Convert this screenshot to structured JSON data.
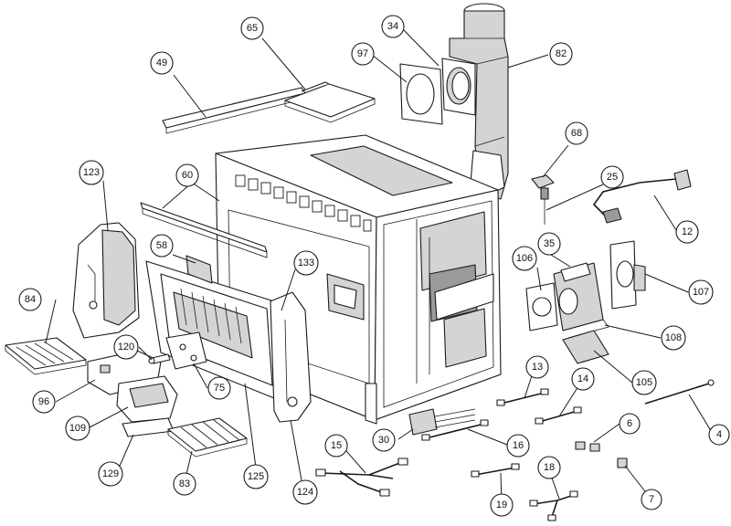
{
  "callouts": [
    {
      "id": "c34",
      "label": "34"
    },
    {
      "id": "c97",
      "label": "97"
    },
    {
      "id": "c82",
      "label": "82"
    },
    {
      "id": "c65",
      "label": "65"
    },
    {
      "id": "c49",
      "label": "49"
    },
    {
      "id": "c68",
      "label": "68"
    },
    {
      "id": "c25",
      "label": "25"
    },
    {
      "id": "c12",
      "label": "12"
    },
    {
      "id": "c123",
      "label": "123"
    },
    {
      "id": "c60",
      "label": "60"
    },
    {
      "id": "c58",
      "label": "58"
    },
    {
      "id": "c133",
      "label": "133"
    },
    {
      "id": "c35",
      "label": "35"
    },
    {
      "id": "c106",
      "label": "106"
    },
    {
      "id": "c107",
      "label": "107"
    },
    {
      "id": "c108",
      "label": "108"
    },
    {
      "id": "c84",
      "label": "84"
    },
    {
      "id": "c120",
      "label": "120"
    },
    {
      "id": "c96",
      "label": "96"
    },
    {
      "id": "c75",
      "label": "75"
    },
    {
      "id": "c109",
      "label": "109"
    },
    {
      "id": "c13",
      "label": "13"
    },
    {
      "id": "c14",
      "label": "14"
    },
    {
      "id": "c105",
      "label": "105"
    },
    {
      "id": "c4",
      "label": "4"
    },
    {
      "id": "c6",
      "label": "6"
    },
    {
      "id": "c30",
      "label": "30"
    },
    {
      "id": "c16",
      "label": "16"
    },
    {
      "id": "c15",
      "label": "15"
    },
    {
      "id": "c129",
      "label": "129"
    },
    {
      "id": "c83",
      "label": "83"
    },
    {
      "id": "c125",
      "label": "125"
    },
    {
      "id": "c124",
      "label": "124"
    },
    {
      "id": "c18",
      "label": "18"
    },
    {
      "id": "c19",
      "label": "19"
    },
    {
      "id": "c7",
      "label": "7"
    }
  ]
}
